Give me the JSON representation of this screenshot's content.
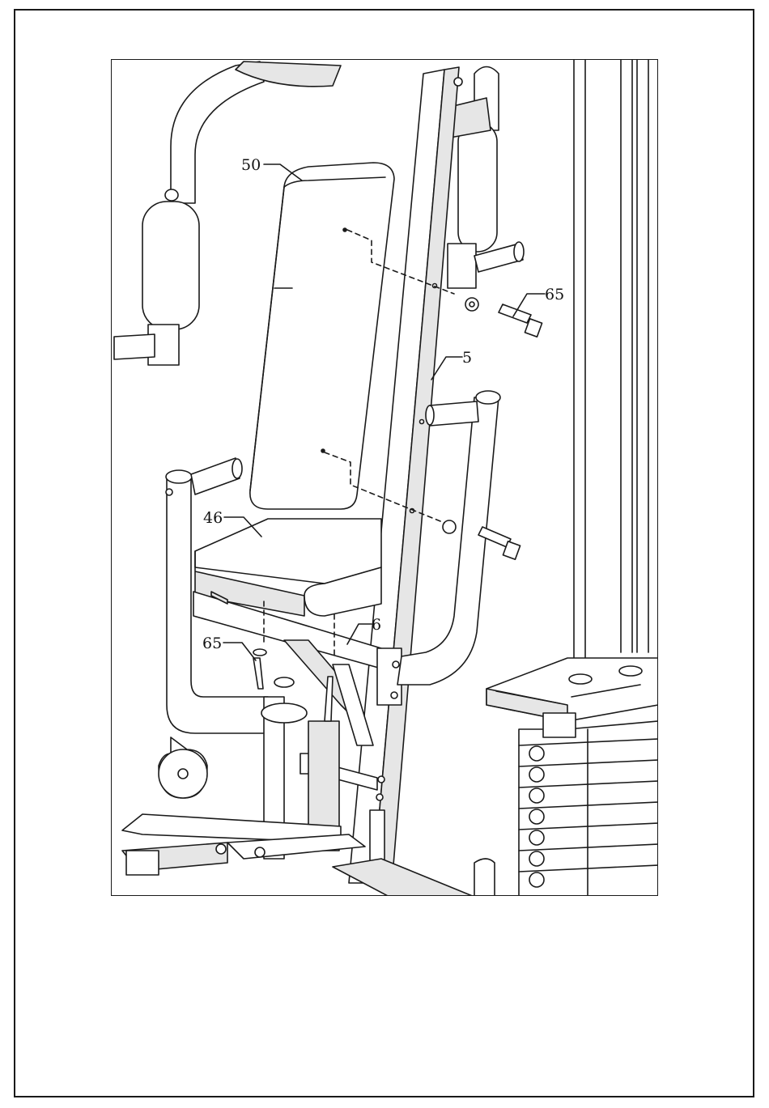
{
  "diagram": {
    "callouts": {
      "part_50": "50",
      "part_65_right": "65",
      "part_5": "5",
      "part_46": "46",
      "part_6": "6",
      "part_65_left": "65"
    },
    "line_color": "#1a1a1a",
    "fill_color": "#ffffff",
    "shade_color": "#e6e6e6"
  }
}
